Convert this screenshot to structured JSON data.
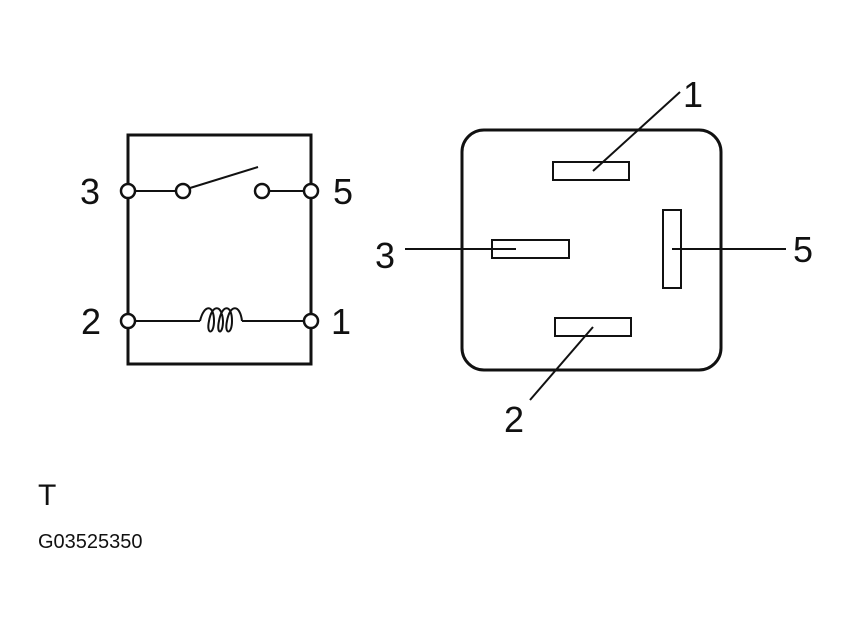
{
  "schematic": {
    "pins": {
      "p3": "3",
      "p5": "5",
      "p2": "2",
      "p1": "1"
    }
  },
  "connector": {
    "pins": {
      "p1": "1",
      "p3": "3",
      "p5": "5",
      "p2": "2"
    }
  },
  "footer": {
    "variant": "T",
    "code": "G03525350"
  }
}
